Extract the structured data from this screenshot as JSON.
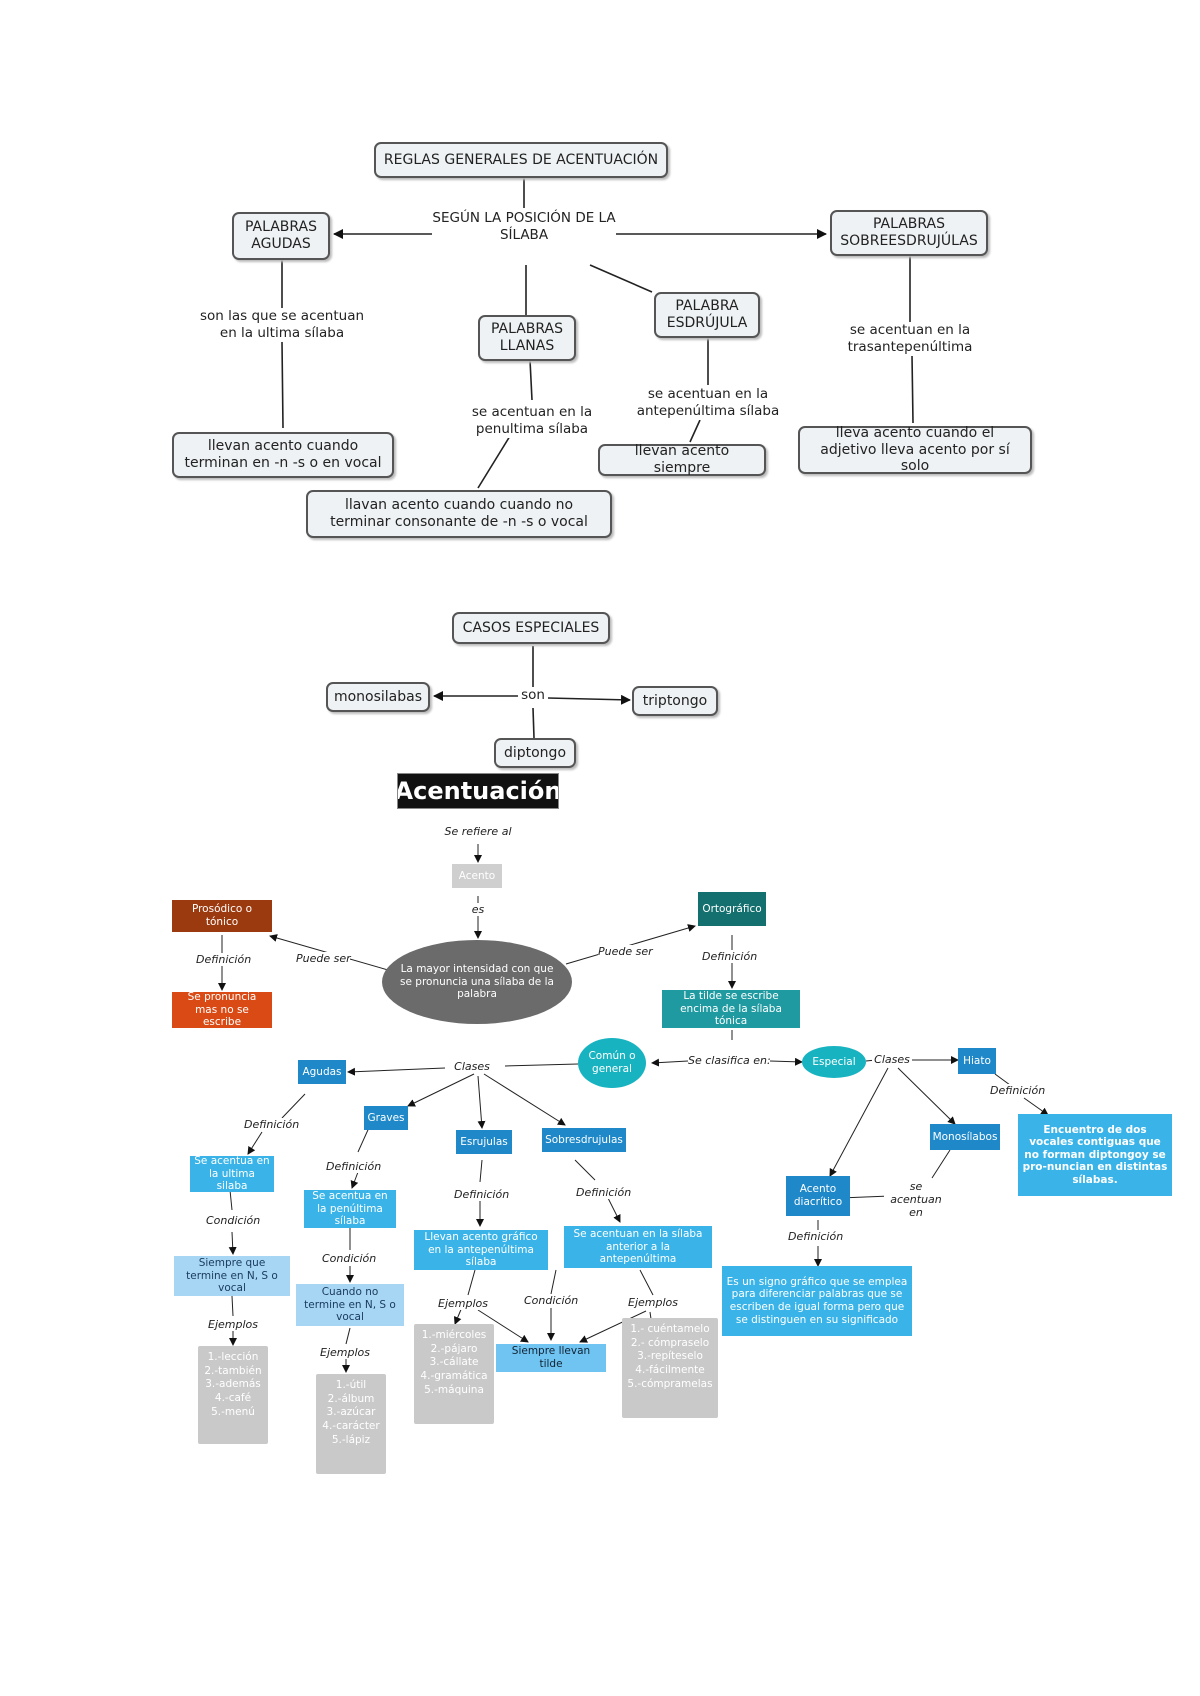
{
  "map1": {
    "title": "REGLAS GENERALES DE ACENTUACIÓN",
    "hub": "SEGÚN LA POSICIÓN DE LA SÍLABA",
    "agudas": "PALABRAS AGUDAS",
    "llanas": "PALABRAS LLANAS",
    "esdrujula": "PALABRA ESDRÚJULA",
    "sobreesdrujulas": "PALABRAS SOBREESDRUJÚLAS",
    "agudas_def": "son las que se acentuan en la ultima sílaba",
    "agudas_rule": "llevan acento cuando terminan en -n -s o en vocal",
    "llanas_def": "se acentuan en la penultima sílaba",
    "llanas_rule": "llavan acento cuando cuando no terminar consonante de -n -s o vocal",
    "esdrujula_def": "se acentuan en la antepenúltima sílaba",
    "esdrujula_rule": "llevan acento siempre",
    "sobre_def": "se acentuan en la trasantepenúltima",
    "sobre_rule": "lleva acento cuando el adjetivo lleva acento por sí solo"
  },
  "map2": {
    "title": "CASOS ESPECIALES",
    "son": "son",
    "monosilabas": "monosilabas",
    "triptongo": "triptongo",
    "diptongo": "diptongo"
  },
  "map3": {
    "title": "Acentuación",
    "se_refiere": "Se refiere al",
    "acento": "Acento",
    "es": "es",
    "definition": "La mayor intensidad con que se pronuncia una sílaba de la palabra",
    "puede_ser_1": "Puede ser",
    "puede_ser_2": "Puede ser",
    "prosodico": "Prosódico o tónico",
    "prosodico_def_label": "Definición",
    "prosodico_def": "Se pronuncia mas no se escribe",
    "ortografico": "Ortográfico",
    "ortografico_def_label": "Definición",
    "ortografico_def": "La tilde se escribe encima de la sílaba tónica",
    "se_clasifica": "Se clasifica en:",
    "comun": "Común o general",
    "especial": "Especial",
    "clases_1": "Clases",
    "clases_2": "Clases",
    "agudas": "Agudas",
    "graves": "Graves",
    "esrujulas": "Esrujulas",
    "sobresdrujulas": "Sobresdrujulas",
    "def_agudas_label": "Definición",
    "def_graves_label": "Definición",
    "def_esdr_label": "Definición",
    "def_sobre_label": "Definición",
    "agudas_def": "Se acentua en la ultima silaba",
    "graves_def": "Se acentua en la penúltima sílaba",
    "esdr_def": "Llevan acento gráfico en la antepenúltima sílaba",
    "sobre_def": "Se acentuan en la sílaba anterior a la antepenúltima",
    "cond_agudas_label": "Condición",
    "cond_graves_label": "Condición",
    "cond_center_label": "Condición",
    "agudas_cond": "Siempre que termine en N, S o vocal",
    "graves_cond": "Cuando no termine en N, S o vocal",
    "siempre_tilde": "Siempre llevan tilde",
    "ej_agudas_label": "Ejemplos",
    "ej_graves_label": "Ejemplos",
    "ej_esdr_label": "Ejemplos",
    "ej_sobre_label": "Ejemplos",
    "ej_agudas": [
      "1.-lección",
      "2.-también",
      "3.-además",
      "4.-café",
      "5.-menú"
    ],
    "ej_graves": [
      "1.-útil",
      "2.-álbum",
      "3.-azúcar",
      "4.-carácter",
      "5.-lápiz"
    ],
    "ej_esdr": [
      "1.-miércoles",
      "2.-pájaro",
      "3.-cállate",
      "4.-gramática",
      "5.-máquina"
    ],
    "ej_sobre": [
      "1.- cuéntamelo",
      "2.- cómpraselo",
      "3.-repíteselo",
      "4.-fácilmente",
      "5.-cómpramelas"
    ],
    "hiato": "Hiato",
    "hiato_def_label": "Definición",
    "hiato_def": "Encuentro de dos vocales contiguas que no forman diptongoy se pro-nuncian en distintas sílabas.",
    "monosilabos": "Monosílabos",
    "se_acentuan_en": "se acentuan en",
    "diacritico": "Acento diacrítico",
    "diacritico_def_label": "Definición",
    "diacritico_def": "Es un signo gráfico que se emplea para diferenciar palabras que se escriben de igual forma pero que se distinguen en su significado"
  }
}
